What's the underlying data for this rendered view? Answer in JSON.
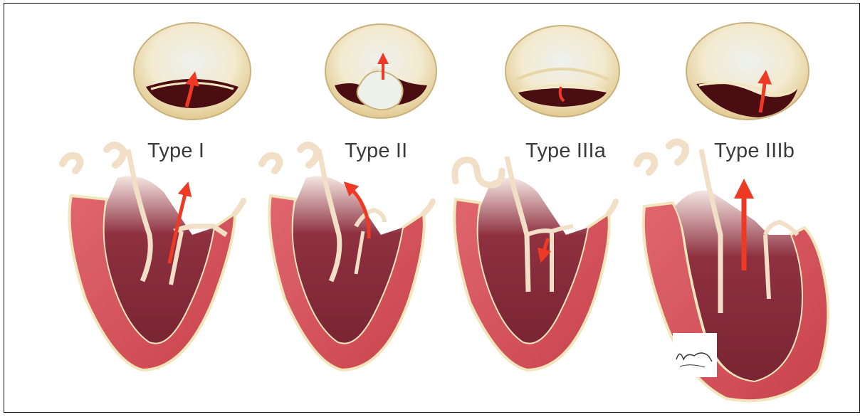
{
  "panels": [
    {
      "id": "type-1",
      "label": "Type I"
    },
    {
      "id": "type-2",
      "label": "Type II"
    },
    {
      "id": "type-3a",
      "label": "Type IIIa"
    },
    {
      "id": "type-3b",
      "label": "Type IIIb"
    }
  ],
  "colors": {
    "myocardium": "#d9505a",
    "myocardium_dark": "#b8383f",
    "chamber": "#8a2f3c",
    "chamber_light": "#c77b86",
    "valve_ring": "#f3e6bd",
    "valve_ring_edge": "#c9b27c",
    "valve_center": "#eef0ea",
    "orifice": "#4a0d12",
    "arrow": "#ee3a24",
    "vessel": "#f1dfc8"
  }
}
